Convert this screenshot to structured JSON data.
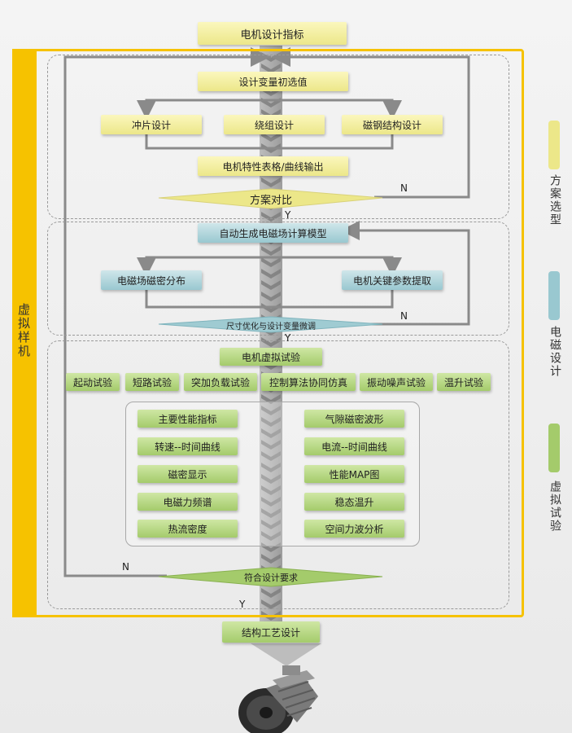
{
  "title": "电机设计指标",
  "yellow_frame_label": "虚拟样机",
  "stage1": {
    "init": "设计变量初选值",
    "designs": [
      "冲片设计",
      "绕组设计",
      "磁钢结构设计"
    ],
    "output": "电机特性表格/曲线输出",
    "decision": "方案对比",
    "no": "N",
    "yes": "Y"
  },
  "stage2": {
    "model": "自动生成电磁场计算模型",
    "left": "电磁场磁密分布",
    "right": "电机关键参数提取",
    "decision": "尺寸优化与设计变量微调",
    "no": "N",
    "yes": "Y"
  },
  "stage3": {
    "test": "电机虚拟试验",
    "tests": [
      "起动试验",
      "短路试验",
      "突加负载试验",
      "控制算法协同仿真",
      "振动噪声试验",
      "温升试验"
    ],
    "left_results": [
      "主要性能指标",
      "转速--时间曲线",
      "磁密显示",
      "电磁力频谱",
      "热流密度"
    ],
    "right_results": [
      "气隙磁密波形",
      "电流--时间曲线",
      "性能MAP图",
      "稳态温升",
      "空间力波分析"
    ],
    "decision": "符合设计要求",
    "no": "N",
    "yes": "Y"
  },
  "final": "结构工艺设计",
  "legend": [
    {
      "label": "方案选型",
      "color": "#ece789"
    },
    {
      "label": "电磁设计",
      "color": "#99c8d0"
    },
    {
      "label": "虚拟试验",
      "color": "#a4cb6b"
    }
  ],
  "colors": {
    "frame": "#f6c200",
    "yellow_box": "#ece789",
    "blue_box": "#99c8d0",
    "green_box": "#a4cb6b"
  }
}
